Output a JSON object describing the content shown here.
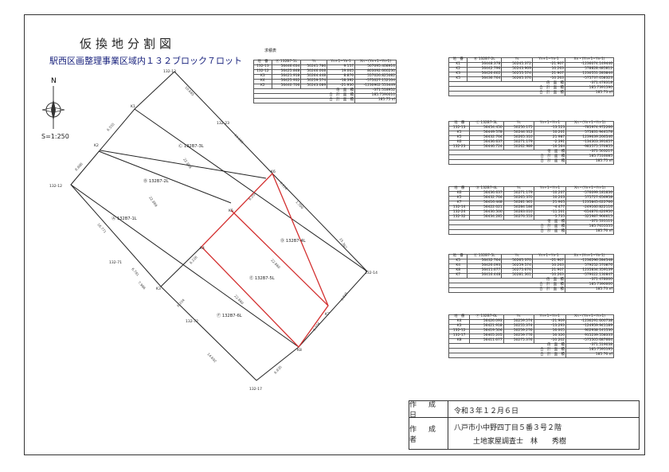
{
  "document": {
    "title": "仮換地分割図",
    "subtitle": "駅西区画整理事業区域内１３２ブロック７ロット",
    "scale": "S=1:250",
    "compass": "N",
    "calc_heading": "求積表"
  },
  "map": {
    "points": {
      "p132_13": "132-13",
      "p132_12": "132-12",
      "p132_23": "132-23",
      "p132_14": "132-14",
      "p132_17": "132-17",
      "p132_71": "132-71",
      "p132_72": "132-72",
      "K1": "K1",
      "K2": "K2",
      "K3": "K3",
      "K4": "K4",
      "K5": "K5",
      "K6": "K6",
      "K7": "K7",
      "K8": "K8"
    },
    "lots": {
      "l1": "Ⓐ 132B7-1L",
      "l2": "Ⓑ 132B7-2L",
      "l3": "Ⓒ 132B7-3L",
      "l4": "Ⓓ 132B7-4L",
      "l5": "Ⓔ 132B7-5L",
      "l6": "Ⓕ 132B7-6L"
    },
    "dims": {
      "d1": "10.685",
      "d2": "11.585",
      "d3": "6.555",
      "d4": "8.888",
      "d5": "16.771",
      "d6": "6.781",
      "d7": "22.889",
      "d8": "22.889",
      "d9": "6.204",
      "d10": "6.226",
      "d11": "6.110",
      "d12": "1.700",
      "d13": "15.362",
      "d14": "22.860",
      "d15": "22.860",
      "d16": "6.204",
      "d17": "6.835",
      "d18": "6.204",
      "d19": "14.692",
      "d20": "6.835",
      "d21": "7.986"
    }
  },
  "tables": [
    {
      "id": "132B7-1L",
      "head": [
        "地　番",
        "Ⓐ 132B7-1L",
        "Ys",
        "Yn+1−Yn-1",
        "Xn・(Yn+1−Yn-1)"
      ],
      "rows": [
        [
          "132-13",
          "56446.634",
          "50241.786",
          "9.157",
          "507095.408916"
        ],
        [
          "132-12",
          "56425.848",
          "50246.008",
          "19.005",
          "803092.660230"
        ],
        [
          "K3",
          "56421.918",
          "50264.448",
          "8.876",
          "557026.825082"
        ],
        [
          "K4",
          "56425.932",
          "50259.574",
          "-18.392",
          "-575027.152104"
        ],
        [
          "K2",
          "56440.706",
          "50243.089",
          "-21.930",
          "-1230902.553449"
        ]
      ],
      "sums": [
        [
          "倍　面　積",
          "-371.518952"
        ],
        [
          "合　計　面　積",
          "185.7590010"
        ],
        [
          "合　計　面　積",
          "185.75 ㎡"
        ]
      ]
    },
    {
      "id": "132B7-2L",
      "head": [
        "地　番",
        "Ⓑ 132B7-2L",
        "Ys",
        "Yn+1−Yn-1",
        "Xn・(Yn+1−Yn-1)"
      ],
      "rows": [
        [
          "K1",
          "56448.378",
          "50245.372",
          "-21.907",
          "-1236074.149446"
        ],
        [
          "K2",
          "56442.796",
          "50243.969",
          "10.263",
          "578828.485812"
        ],
        [
          "K3",
          "56426.602",
          "50255.574",
          "21.907",
          "1230551.283844"
        ],
        [
          "K5",
          "56436.764",
          "50265.376",
          "-10.263",
          "-575737.058323"
        ]
      ],
      "sums": [
        [
          "倍　面　積",
          "-371.478318"
        ],
        [
          "合　計　面　積",
          "185.7391590"
        ],
        [
          "合　計　面　積",
          "185.73 ㎡"
        ]
      ]
    },
    {
      "id": "132B7-3L",
      "head": [
        "地　番",
        "Ⓒ 132B7-3L",
        "Ys",
        "Yn+1−Yn-1",
        "Xn・(Yn+1−Yn-1)"
      ],
      "rows": [
        [
          "132-13",
          "56454.450",
          "50250.175",
          "-13.523",
          "-785974.972266"
        ],
        [
          "K1",
          "56449.578",
          "50244.312",
          "10.201",
          "575831.944178"
        ],
        [
          "K5",
          "56432.764",
          "50265.310",
          "21.987",
          "1239639.266546"
        ],
        [
          "K6",
          "56436.637",
          "50271.179",
          "-2.391",
          "-134303.391657"
        ],
        [
          "132-23",
          "56446.724",
          "50262.989",
          "-16.564",
          "-983575.570855"
        ]
      ],
      "sums": [
        [
          "倍　面　積",
          "-371.503217"
        ],
        [
          "合　計　面　積",
          "185.7516085"
        ],
        [
          "合　計　面　積",
          "185.75 ㎡"
        ]
      ]
    },
    {
      "id": "132B7-4L",
      "head": [
        "地　番",
        "Ⓓ 132B7-4L",
        "Ys",
        "Yn+1−Yn-1",
        "Xn・(Yn+1−Yn-1)"
      ],
      "rows": [
        [
          "K6",
          "56436.637",
          "50271.179",
          "-10.207",
          "-576099.181836"
        ],
        [
          "K5",
          "56432.764",
          "50265.370",
          "10.203",
          "575727.656958"
        ],
        [
          "K7",
          "56416.448",
          "50281.361",
          "21.905",
          "1235845.022766"
        ],
        [
          "132-14",
          "56422.021",
          "50284.184",
          "-4.477",
          "-249160.822116"
        ],
        [
          "132-24",
          "56430.500",
          "50283.010",
          "-11.501",
          "-654876.420950"
        ],
        [
          "132-32",
          "56434.285",
          "50276.553",
          "-5.735",
          "-325987.966615"
        ]
      ],
      "sums": [
        [
          "倍　面　積",
          "-371.531111"
        ],
        [
          "合　計　面　積",
          "185.7655555"
        ],
        [
          "合　計　面　積",
          "185.76 ㎡"
        ]
      ]
    },
    {
      "id": "132B7-5L",
      "head": [
        "地　番",
        "Ⓔ 132B7-5L",
        "Ys",
        "Yn+1−Yn-1",
        "Xn・(Yn+1−Yn-1)"
      ],
      "rows": [
        [
          "K5",
          "56432.764",
          "50265.370",
          "-21.907",
          "-1236296.284548"
        ],
        [
          "K4",
          "56426.093",
          "50259.574",
          "10.263",
          "579252.570876"
        ],
        [
          "K8",
          "56411.677",
          "50275.676",
          "21.907",
          "1235834.359139"
        ],
        [
          "K7",
          "56416.448",
          "50281.361",
          "-10.263",
          "-579022.130847"
        ]
      ],
      "sums": [
        [
          "倍　面　積",
          "-371.478000"
        ],
        [
          "合　計　面　積",
          "185.7390000"
        ],
        [
          "合　計　面　積",
          "185.73 ㎡"
        ]
      ]
    },
    {
      "id": "132B7-6L",
      "head": [
        "地　番",
        "Ⓕ 132B7-6L",
        "Ys",
        "Yn+1−Yn-1",
        "Xn・(Yn+1−Yn-1)"
      ],
      "rows": [
        [
          "K4",
          "56426.093",
          "50259.574",
          "-21.909",
          "-1236291.600738"
        ],
        [
          "K3",
          "56421.918",
          "50255.374",
          "-13.293",
          "-124959.941189"
        ],
        [
          "132-12",
          "56419.504",
          "50259.276",
          "16.005",
          "902938.141530"
        ],
        [
          "132-17",
          "56405.205",
          "50259.776",
          "16.326",
          "915239.558333"
        ],
        [
          "K8",
          "56411.677",
          "50275.376",
          "-10.202",
          "-575505.687664"
        ]
      ],
      "sums": [
        [
          "倍　面　積",
          "-371.519038"
        ],
        [
          "合　計　面　積",
          "185.7595195"
        ],
        [
          "合　計　面　積",
          "185.76 ㎡"
        ]
      ]
    }
  ],
  "footer": {
    "made_date_label": "作　成　日",
    "made_date": "令和３年１２月６日",
    "maker_label": "作　成　者",
    "maker_address": "八戸市小中野四丁目５番３号２階",
    "maker_name": "土地家屋調査士　林　　秀樹"
  }
}
